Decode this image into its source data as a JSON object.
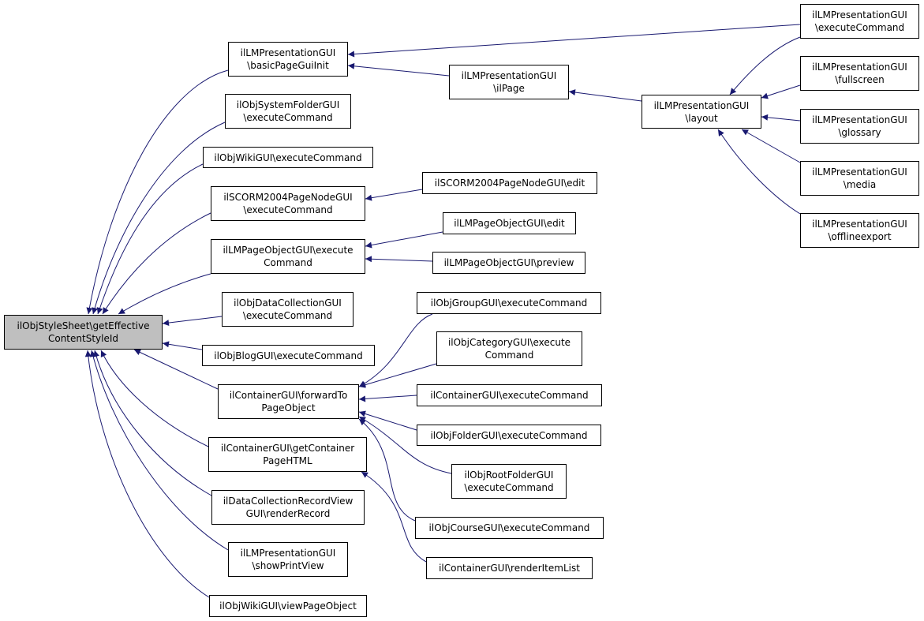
{
  "graph": {
    "edge_color": "#191970",
    "root_fill": "#bfbfbf",
    "nodes": {
      "root": "ilObjStyleSheet\\getEffective\nContentStyleId",
      "lmpres_basic": "ilLMPresentationGUI\n\\basicPageGuiInit",
      "lmpres_ilpage": "ilLMPresentationGUI\n\\ilPage",
      "lmpres_layout": "ilLMPresentationGUI\n\\layout",
      "lmpres_exec": "ilLMPresentationGUI\n\\executeCommand",
      "lmpres_full": "ilLMPresentationGUI\n\\fullscreen",
      "lmpres_gloss": "ilLMPresentationGUI\n\\glossary",
      "lmpres_media": "ilLMPresentationGUI\n\\media",
      "lmpres_offline": "ilLMPresentationGUI\n\\offlineexport",
      "sysfolder_exec": "ilObjSystemFolderGUI\n\\executeCommand",
      "wiki_exec": "ilObjWikiGUI\\executeCommand",
      "scorm_node_exec": "ilSCORM2004PageNodeGUI\n\\executeCommand",
      "scorm_node_edit": "ilSCORM2004PageNodeGUI\\edit",
      "lmpageobj_exec": "ilLMPageObjectGUI\\execute\nCommand",
      "lmpageobj_edit": "ilLMPageObjectGUI\\edit",
      "lmpageobj_preview": "ilLMPageObjectGUI\\preview",
      "datacoll_exec": "ilObjDataCollectionGUI\n\\executeCommand",
      "blog_exec": "ilObjBlogGUI\\executeCommand",
      "container_forward": "ilContainerGUI\\forwardTo\nPageObject",
      "group_exec": "ilObjGroupGUI\\executeCommand",
      "category_exec": "ilObjCategoryGUI\\execute\nCommand",
      "container_exec": "ilContainerGUI\\executeCommand",
      "folder_exec": "ilObjFolderGUI\\executeCommand",
      "rootfolder_exec": "ilObjRootFolderGUI\n\\executeCommand",
      "course_exec": "ilObjCourseGUI\\executeCommand",
      "container_getpage": "ilContainerGUI\\getContainer\nPageHTML",
      "container_render": "ilContainerGUI\\renderItemList",
      "dcrecord_render": "ilDataCollectionRecordView\nGUI\\renderRecord",
      "lmpres_print": "ilLMPresentationGUI\n\\showPrintView",
      "wiki_viewpage": "ilObjWikiGUI\\viewPageObject"
    }
  }
}
